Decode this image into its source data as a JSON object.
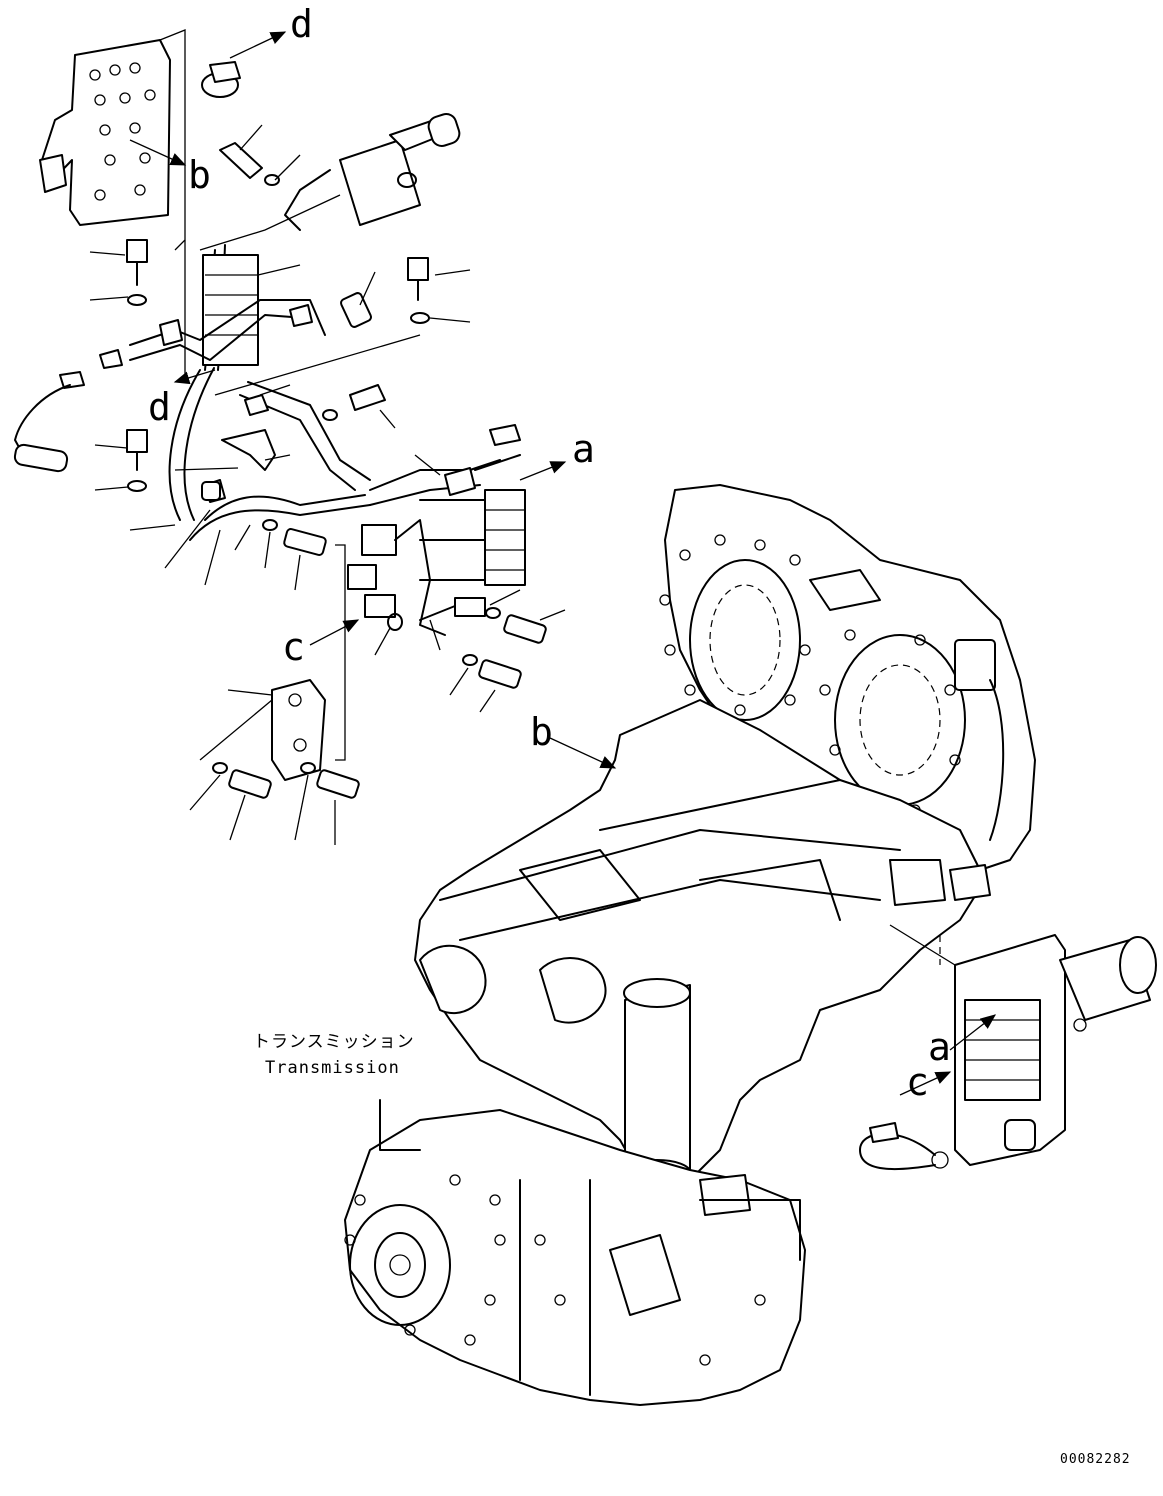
{
  "labels": {
    "a": "a",
    "b": "b",
    "c": "c",
    "d": "d"
  },
  "caption": {
    "japanese": "トランスミッション",
    "english": "Transmission"
  },
  "reference_number": "00082282"
}
